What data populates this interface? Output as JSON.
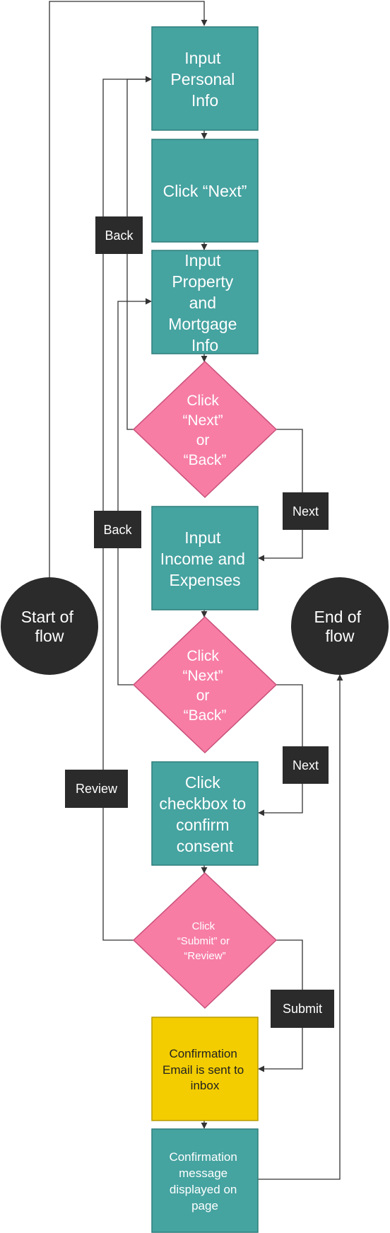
{
  "colors": {
    "process": "#45a3a0",
    "process_border": "#2f7f7c",
    "decision": "#f77da5",
    "decision_border": "#c9507a",
    "terminal": "#2b2b2b",
    "email": "#f3cd00",
    "email_border": "#b79b00",
    "label_box": "#2b2b2b",
    "edge": "#333333"
  },
  "nodes": {
    "start": {
      "lines": [
        "Start of",
        "flow"
      ]
    },
    "end": {
      "lines": [
        "End of",
        "flow"
      ]
    },
    "personal_info": {
      "lines": [
        "Input",
        "Personal",
        "Info"
      ]
    },
    "click_next": {
      "lines": [
        "Click “Next”"
      ]
    },
    "property_info": {
      "lines": [
        "Input",
        "Property",
        "and",
        "Mortgage",
        "Info"
      ]
    },
    "decision_1": {
      "lines": [
        "Click",
        "“Next”",
        "or",
        "“Back”"
      ]
    },
    "income": {
      "lines": [
        "Input",
        "Income and",
        "Expenses"
      ]
    },
    "decision_2": {
      "lines": [
        "Click",
        "“Next”",
        "or",
        "“Back”"
      ]
    },
    "consent": {
      "lines": [
        "Click",
        "checkbox to",
        "confirm",
        "consent"
      ]
    },
    "decision_3": {
      "lines": [
        "Click",
        "“Submit” or",
        "“Review”"
      ]
    },
    "email": {
      "lines": [
        "Confirmation",
        "Email is sent to",
        "inbox"
      ]
    },
    "message": {
      "lines": [
        "Confirmation",
        "message",
        "displayed on",
        "page"
      ]
    }
  },
  "edge_labels": {
    "back_1": "Back",
    "back_2": "Back",
    "next_1": "Next",
    "next_2": "Next",
    "review": "Review",
    "submit": "Submit"
  }
}
